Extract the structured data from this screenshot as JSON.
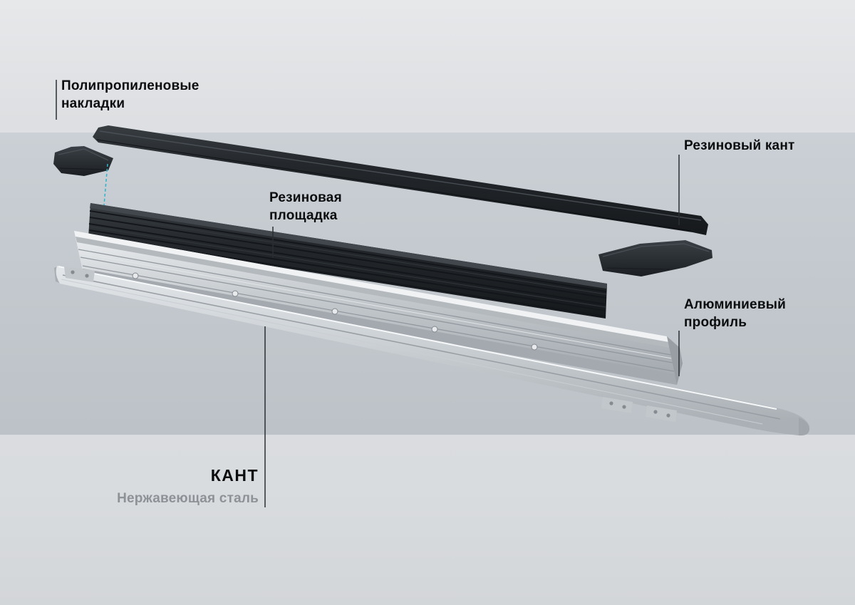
{
  "diagram": {
    "type": "exploded-parts-diagram",
    "subject": "running-board-components",
    "labels": {
      "polypropylene_pads": "Полипропиленовые накладки",
      "rubber_edge": "Резиновый кант",
      "rubber_platform": "Резиновая площадка",
      "aluminum_profile": "Алюминиевый профиль",
      "kant_title": "КАНТ",
      "kant_subtitle": "Нержавеющая сталь"
    },
    "colors": {
      "bg_top": "#e2e4e7",
      "bg_band": "#c5cbd0",
      "rubber_black": "#22262a",
      "text": "#0b0c0d",
      "text_muted": "#8d9297",
      "leader": "#2a2e32",
      "dash": "#2fb3c9"
    }
  }
}
